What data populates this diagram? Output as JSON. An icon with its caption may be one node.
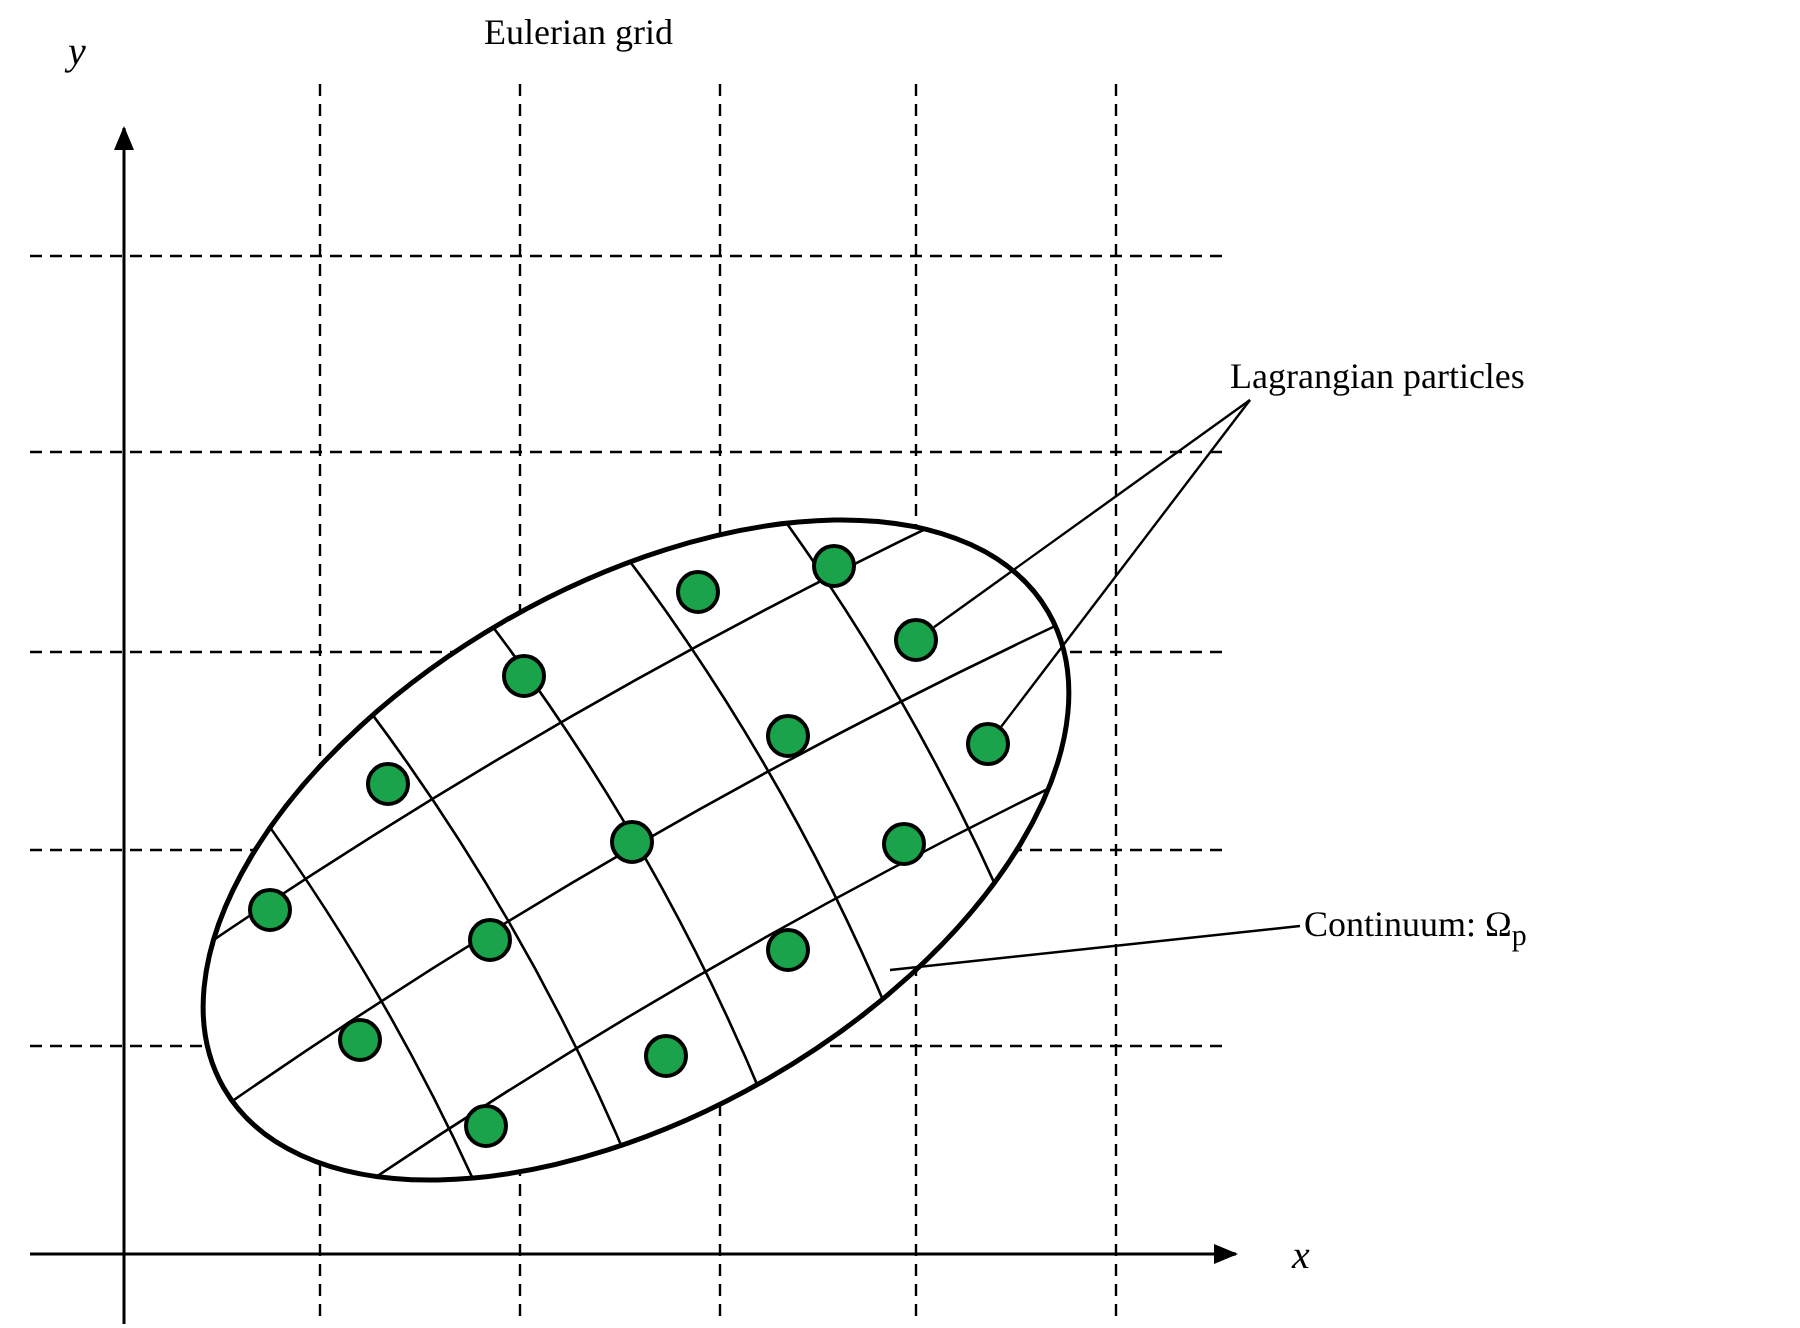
{
  "diagram": {
    "nodes": [
      {
        "text": [
          "Lagrangian particles"
        ]
      },
      {
        "text": [],
        "shape": "ellipse"
      },
      {
        "text": [],
        "shape": "circle",
        "in": 1
      },
      {
        "text": [],
        "shape": "circle",
        "in": 1
      },
      {
        "text": [],
        "shape": "circle",
        "in": 1
      },
      {
        "text": [],
        "shape": "circle",
        "in": 1
      },
      {
        "text": [],
        "shape": "circle",
        "in": 1
      },
      {
        "text": [],
        "shape": "circle",
        "in": 1
      },
      {
        "text": [],
        "shape": "circle",
        "in": 1
      },
      {
        "text": [],
        "shape": "circle",
        "in": 1
      },
      {
        "text": [],
        "shape": "circle",
        "in": 1
      },
      {
        "text": [],
        "shape": "circle",
        "in": 1
      },
      {
        "text": [],
        "shape": "circle",
        "in": 1
      },
      {
        "text": [],
        "shape": "circle",
        "in": 1
      },
      {
        "text": [],
        "shape": "circle",
        "in": 1
      },
      {
        "text": [],
        "shape": "circle",
        "in": 1
      },
      {
        "text": [],
        "shape": "circle",
        "in": 1
      },
      {
        "text": [
          "Continuum: Ω$_{p}$"
        ]
      }
    ],
    "edges": [
      {
        "from": 0,
        "to": 15,
        "arrow": "none"
      },
      {
        "from": 0,
        "to": 16,
        "arrow": "none"
      },
      {
        "from": 17,
        "to": 1,
        "arrow": "none"
      }
    ],
    "labels": [
      "y",
      "Eulerian grid",
      "x"
    ]
  }
}
